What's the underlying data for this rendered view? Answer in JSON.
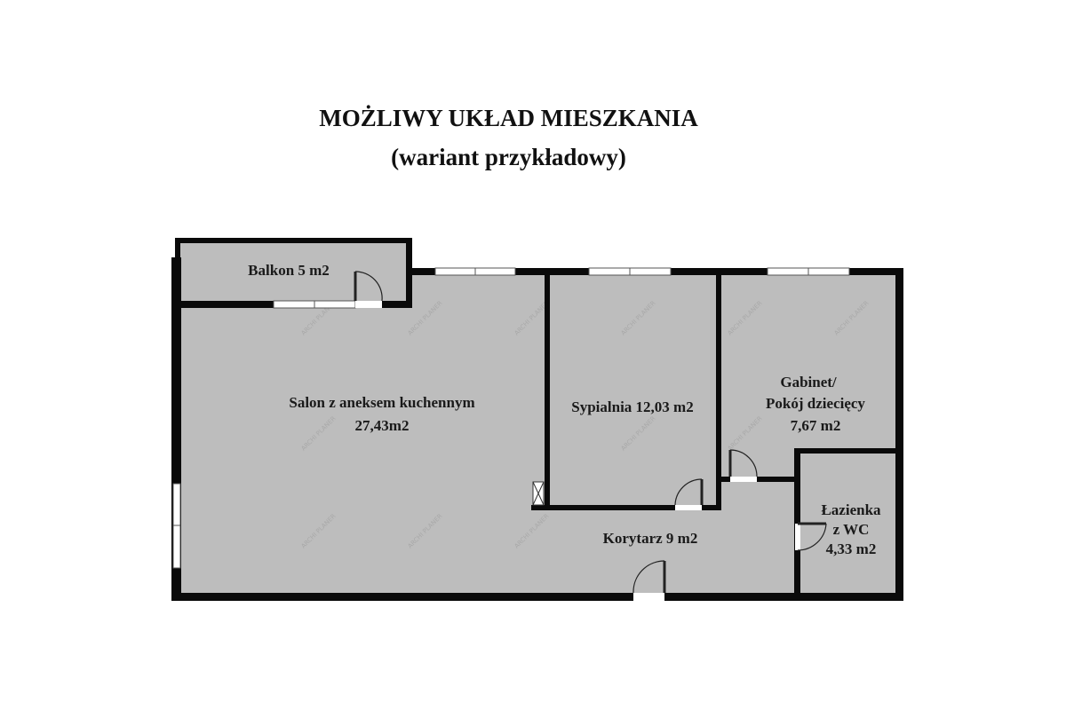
{
  "title": {
    "line1": "MOŻLIWY UKŁAD MIESZKANIA",
    "line2": "(wariant przykładowy)"
  },
  "rooms": {
    "balkon": "Balkon 5 m2",
    "salon": {
      "name": "Salon z aneksem kuchennym",
      "area": "27,43m2"
    },
    "sypialnia": "Sypialnia 12,03 m2",
    "gabinet": {
      "line1": "Gabinet/",
      "line2": "Pokój dziecięcy",
      "area": "7,67 m2"
    },
    "lazienka": {
      "line1": "Łazienka",
      "line2": "z WC",
      "area": "4,33 m2"
    },
    "korytarz": "Korytarz 9 m2"
  },
  "watermark": "ARCHI PLANER",
  "colors": {
    "floor": "#bdbdbd",
    "wall": "#0a0a0a"
  }
}
